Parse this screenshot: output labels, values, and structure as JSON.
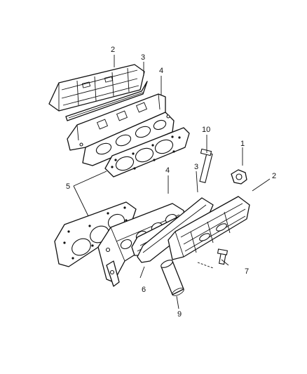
{
  "diagram": {
    "callouts": {
      "c1": "1",
      "c2_top": "2",
      "c2_right": "2",
      "c3_top": "3",
      "c3_mid": "3",
      "c4_top": "4",
      "c4_mid": "4",
      "c5": "5",
      "c6": "6",
      "c7": "7",
      "c9": "9",
      "c10": "10"
    },
    "colors": {
      "line": "#111111",
      "background": "#ffffff"
    }
  }
}
